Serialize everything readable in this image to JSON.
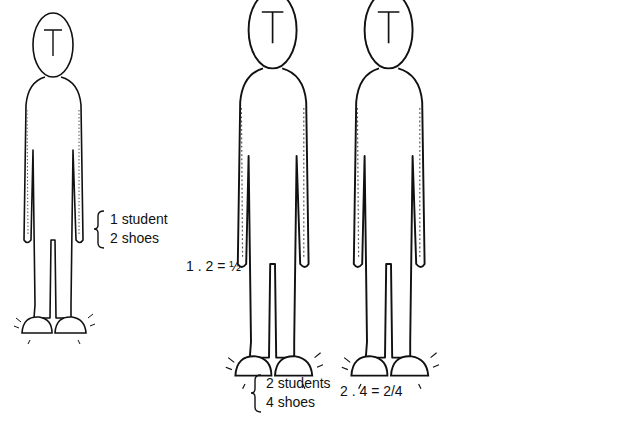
{
  "diagram": {
    "labels": [
      "1 student",
      "2 shoes",
      "1 . 2 = ½",
      "2 students",
      "4 shoes",
      "2 . 4 = 2/4"
    ]
  }
}
